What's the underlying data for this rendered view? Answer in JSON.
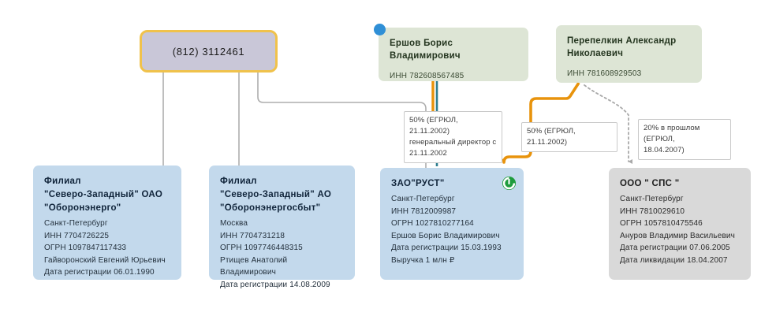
{
  "graph": {
    "title": "Company ownership graph",
    "colors": {
      "phone_fill": "#c9c7d8",
      "phone_border": "#f0c24b",
      "person_fill": "#dde5d5",
      "company_fill": "#c3d9ec",
      "company_inactive_fill": "#d9d9d9",
      "edge_gray": "#adadad",
      "edge_orange": "#e8930c",
      "edge_teal": "#2f7f90",
      "badge_blue": "#2f8fd6",
      "badge_green": "#1f9c3d"
    },
    "nodes": {
      "phone": {
        "label": "(812) 3112461",
        "type": "phone"
      },
      "person_ershov": {
        "name": "Ершов  Борис  Владимирович",
        "inn": "ИНН 782608567485",
        "badge": "blue-dot-badge"
      },
      "person_perepelkin": {
        "name": "Перепелкин  Александр\nНиколаевич",
        "inn": "ИНН 781608929503"
      },
      "company_oboronenergo": {
        "name": "Филиал\n\"Северо-Западный\"  ОАО\n\"Оборонэнерго\"",
        "city": "Санкт-Петербург",
        "inn": "ИНН 7704726225",
        "ogrn": "ОГРН 1097847117433",
        "director": "Гайворонский Евгений Юрьевич",
        "reg_date": "Дата регистрации 06.01.1990"
      },
      "company_oboronenergosbyt": {
        "name": "Филиал\n\"Северо-Западный\"  АО\n\"Оборонэнергосбыт\"",
        "city": "Москва",
        "inn": "ИНН 7704731218",
        "ogrn": "ОГРН 1097746448315",
        "director": "Ртищев Анатолий Владимирович",
        "reg_date": "Дата регистрации 14.08.2009"
      },
      "company_rust": {
        "name": "ЗАО\"РУСТ\"",
        "city": "Санкт-Петербург",
        "inn": "ИНН 7812009987",
        "ogrn": "ОГРН 1027810277164",
        "director": "Ершов Борис Владимирович",
        "reg_date": "Дата регистрации 15.03.1993",
        "revenue": "Выручка 1 млн ₽",
        "badge": "sberbank-green-icon"
      },
      "company_sps": {
        "name": "ООО \" СПС \"",
        "city": "Санкт-Петербург",
        "inn": "ИНН 7810029610",
        "ogrn": "ОГРН 1057810475546",
        "director": "Ануров Владимир Васильевич",
        "reg_date": "Дата регистрации 07.06.2005",
        "liq_date": "Дата ликвидации 18.04.2007"
      }
    },
    "edge_labels": {
      "ershov_rust": "50% (ЕГРЮЛ, 21.11.2002)\nгенеральный директор с\n21.11.2002",
      "perepelkin_rust": "50% (ЕГРЮЛ, 21.11.2002)",
      "perepelkin_sps": "20% в прошлом (ЕГРЮЛ,\n18.04.2007)"
    }
  }
}
